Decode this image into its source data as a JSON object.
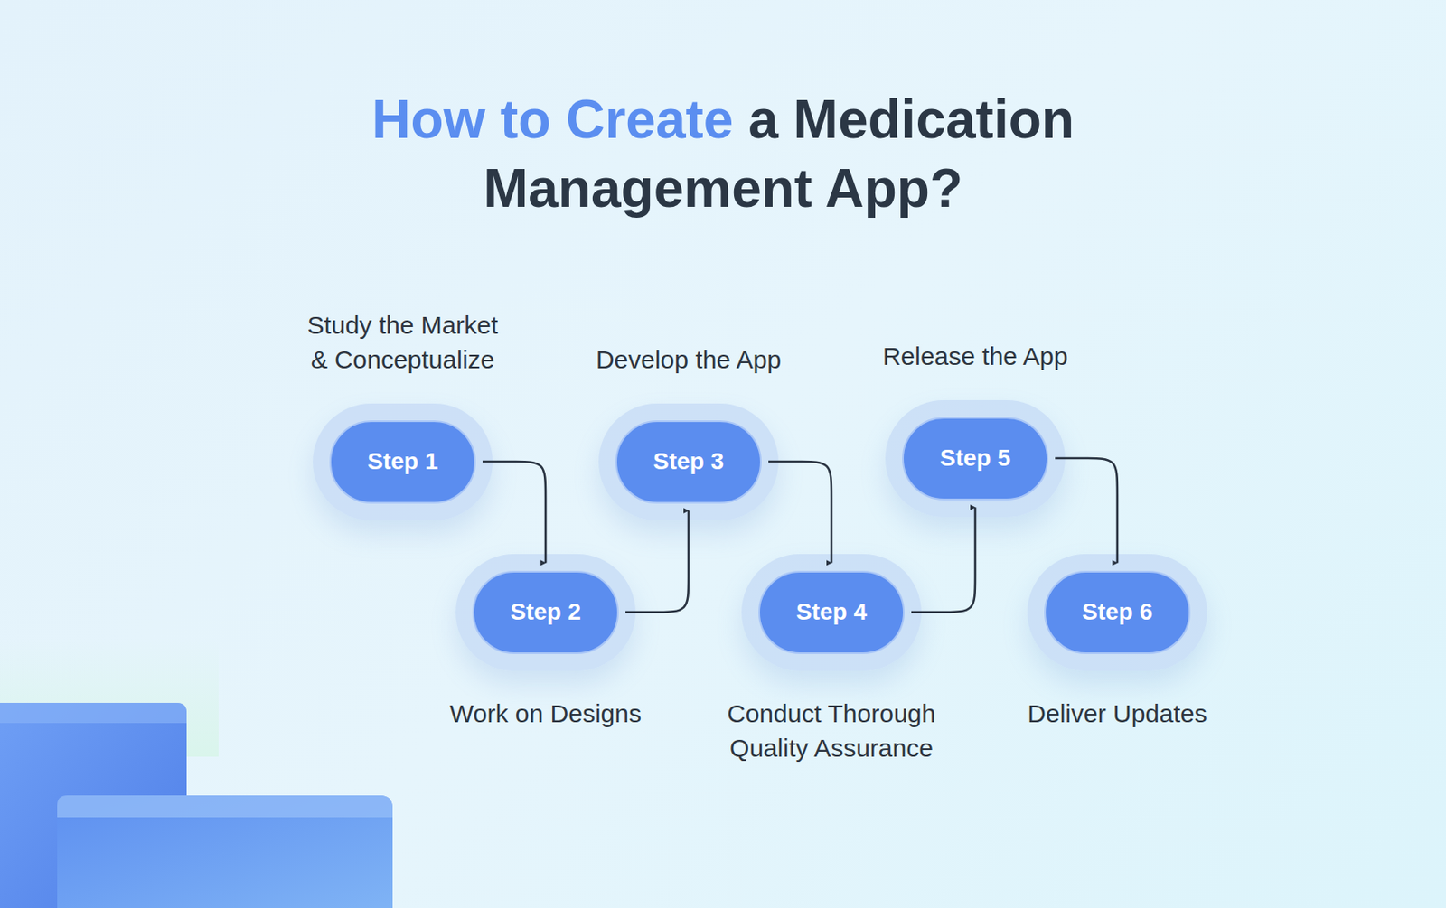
{
  "diagram": {
    "title": "How to Create a Medication Management App?",
    "nodes": [
      {
        "text": [
          "Step 1",
          "Study the Market & Conceptualize"
        ]
      },
      {
        "text": [
          "Step 2",
          "Work on Designs"
        ]
      },
      {
        "text": [
          "Step 3",
          "Develop the App"
        ]
      },
      {
        "text": [
          "Step 4",
          "Conduct Thorough Quality Assurance"
        ]
      },
      {
        "text": [
          "Step 5",
          "Release the App"
        ]
      },
      {
        "text": [
          "Step 6",
          "Deliver Updates"
        ]
      }
    ],
    "edges": [
      {
        "from": 0,
        "to": 1,
        "arrow": "to"
      },
      {
        "from": 1,
        "to": 2,
        "arrow": "to"
      },
      {
        "from": 2,
        "to": 3,
        "arrow": "to"
      },
      {
        "from": 3,
        "to": 4,
        "arrow": "to"
      },
      {
        "from": 4,
        "to": 5,
        "arrow": "to"
      }
    ]
  }
}
